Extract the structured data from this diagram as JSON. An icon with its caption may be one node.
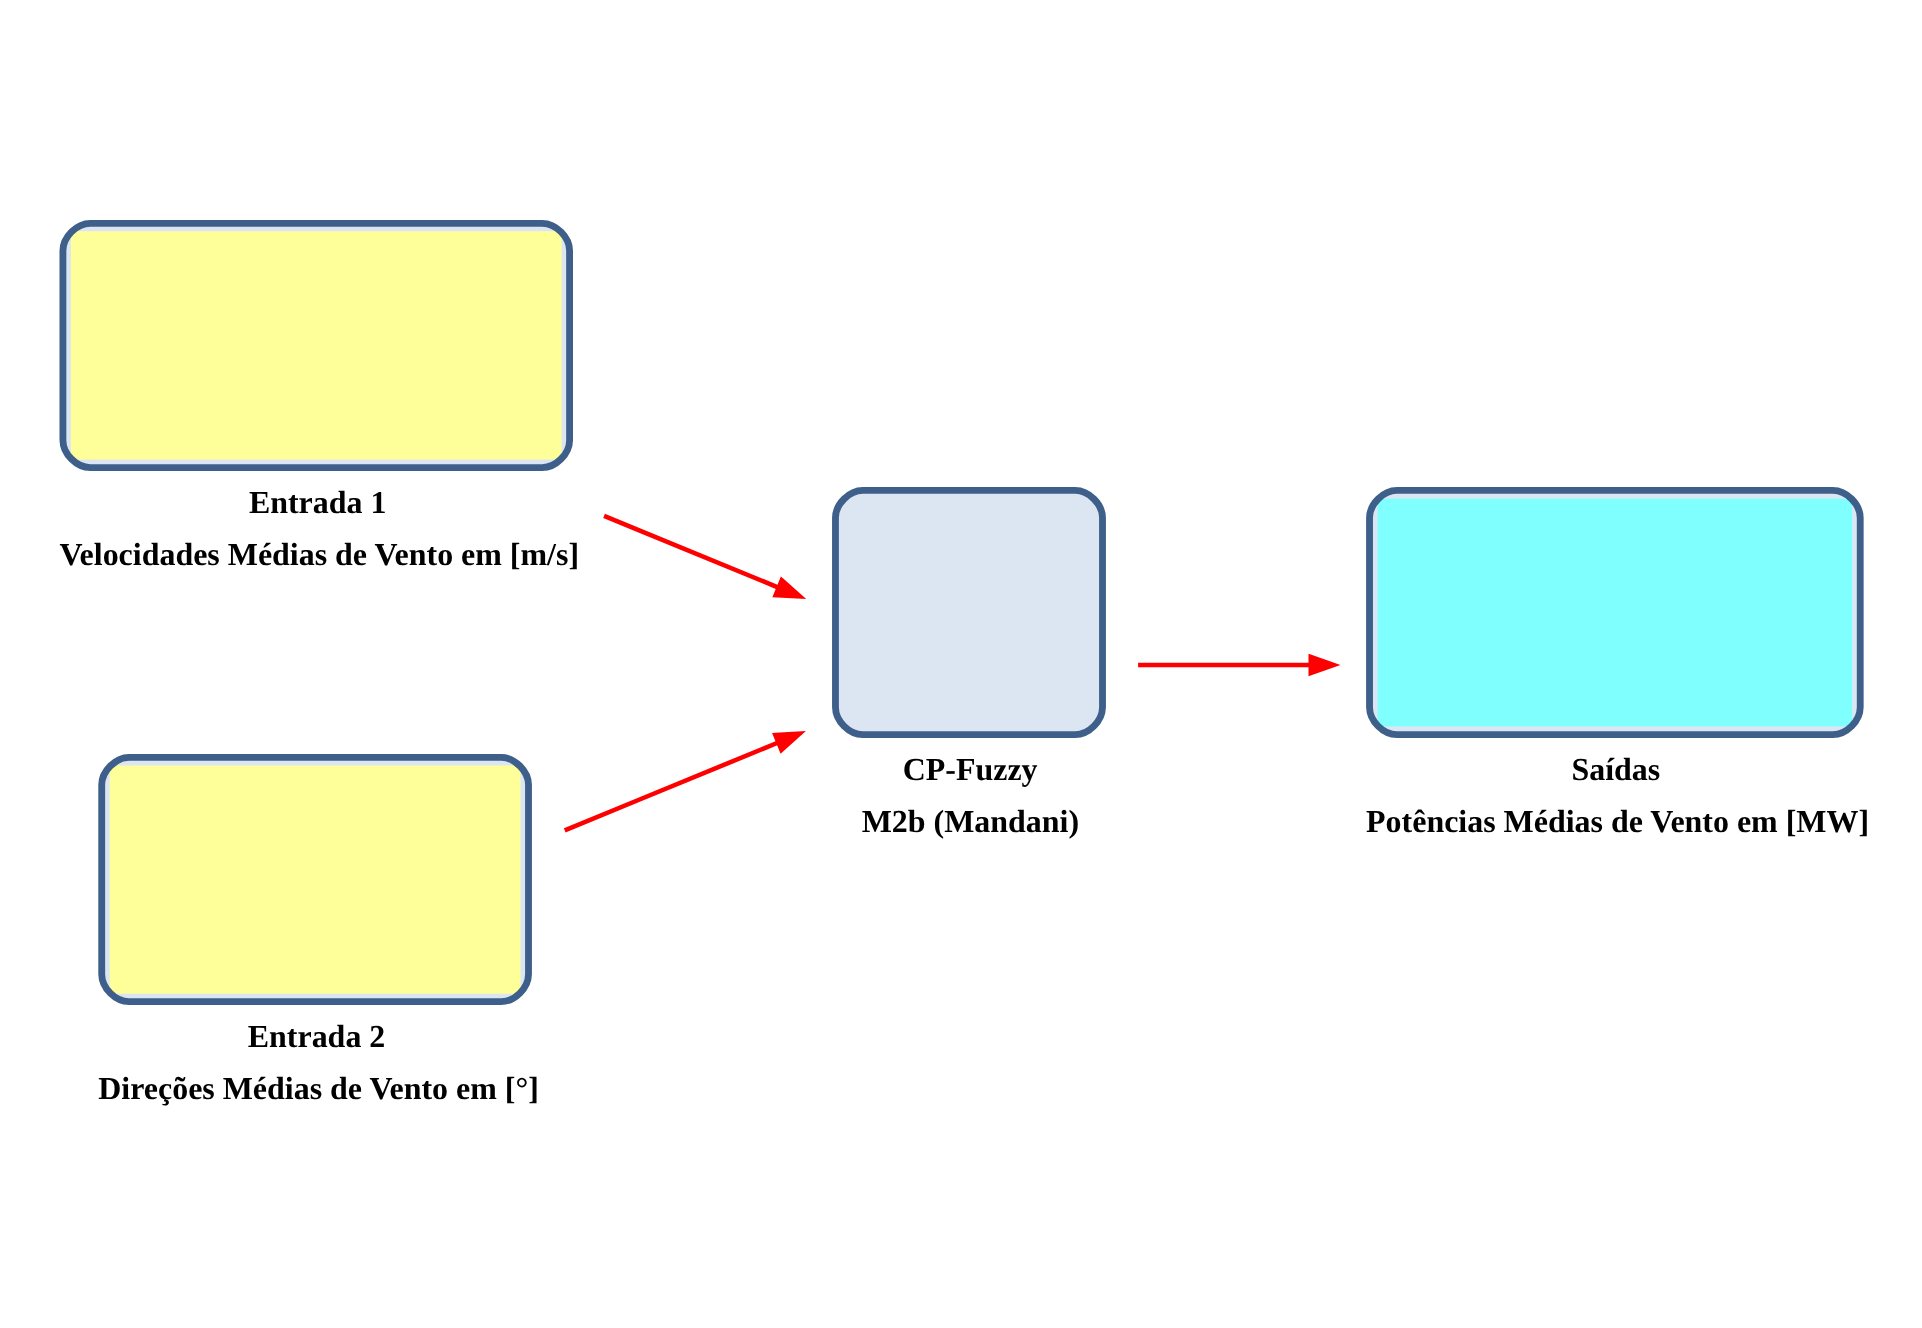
{
  "diagram": {
    "nodes": [
      {
        "text": [
          "Entrada 1",
          "Velocidades Médias de Vento em [m/s]"
        ]
      },
      {
        "text": [
          "Entrada 2",
          "Direções Médias de Vento em [°]"
        ]
      },
      {
        "text": [
          "CP-Fuzzy",
          "M2b (Mandani)"
        ]
      },
      {
        "text": [
          "Saídas",
          "Potências Médias de Vento em [MW]"
        ]
      }
    ],
    "edges": [
      {
        "from": 0,
        "to": 2,
        "arrow": "to"
      },
      {
        "from": 1,
        "to": 2,
        "arrow": "to"
      },
      {
        "from": 2,
        "to": 3,
        "arrow": "to"
      }
    ]
  }
}
